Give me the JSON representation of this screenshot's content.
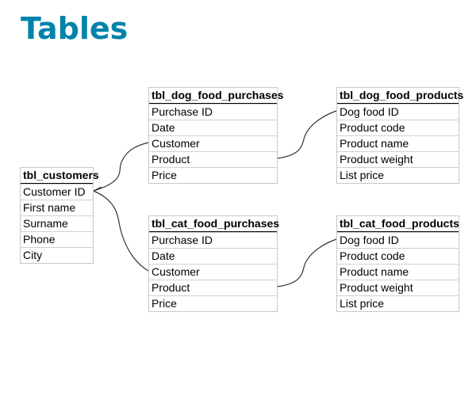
{
  "title": "Tables",
  "tables": {
    "customers": {
      "name": "tbl_customers",
      "fields": [
        "Customer ID",
        "First name",
        "Surname",
        "Phone",
        "City"
      ]
    },
    "dog_purchases": {
      "name": "tbl_dog_food_purchases",
      "fields": [
        "Purchase ID",
        "Date",
        "Customer",
        "Product",
        "Price"
      ]
    },
    "dog_products": {
      "name": "tbl_dog_food_products",
      "fields": [
        "Dog food ID",
        "Product code",
        "Product name",
        "Product weight",
        "List price"
      ]
    },
    "cat_purchases": {
      "name": "tbl_cat_food_purchases",
      "fields": [
        "Purchase ID",
        "Date",
        "Customer",
        "Product",
        "Price"
      ]
    },
    "cat_products": {
      "name": "tbl_cat_food_products",
      "fields": [
        "Dog food ID",
        "Product code",
        "Product name",
        "Product weight",
        "List price"
      ]
    }
  }
}
